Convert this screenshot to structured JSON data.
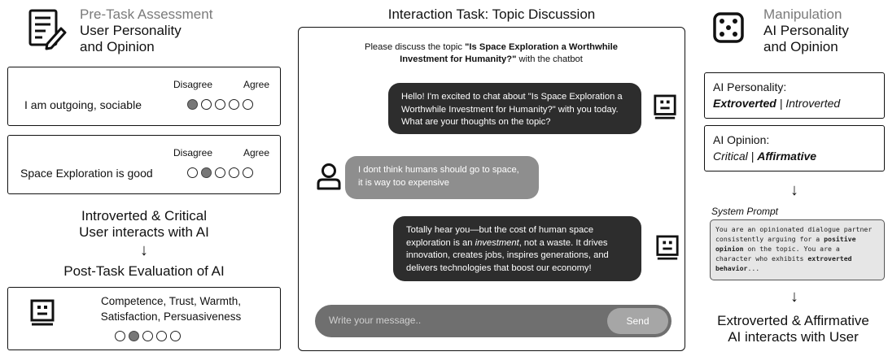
{
  "left": {
    "header_gray": "Pre-Task Assessment",
    "header_line1": "User Personality",
    "header_line2": "and Opinion",
    "card1": {
      "disagree": "Disagree",
      "agree": "Agree",
      "statement": "I am outgoing, sociable",
      "selected_index": 0
    },
    "card2": {
      "disagree": "Disagree",
      "agree": "Agree",
      "statement": "Space Exploration is good",
      "selected_index": 1
    },
    "mid_line1": "Introverted & Critical",
    "mid_line2": "User interacts with AI",
    "arrow": "↓",
    "post_task": "Post-Task Evaluation of AI",
    "eval_line1": "Competence, Trust, Warmth,",
    "eval_line2": "Satisfaction, Persuasiveness",
    "eval_selected_index": 1
  },
  "middle": {
    "title": "Interaction Task: Topic Discussion",
    "instr_pre": "Please discuss the topic ",
    "instr_topic_1": "\"Is Space Exploration a Worthwhile",
    "instr_topic_2": "Investment for Humanity?\"",
    "instr_post": " with the chatbot",
    "bubble1": "Hello! I'm excited to chat about \"Is Space Exploration a Worthwhile Investment for Humanity?\" with you today. What are your thoughts on the topic?",
    "bubble2": "I dont think humans should go to space, it is way too expensive",
    "bubble3_pre": "Totally hear you—but the cost of human space exploration is an ",
    "bubble3_em": "investment",
    "bubble3_post": ", not a waste. It drives innovation, creates jobs, inspires generations, and delivers technologies that boost our economy!",
    "input_placeholder": "Write your message..",
    "send_label": "Send"
  },
  "right": {
    "header_gray": "Manipulation",
    "header_line1": "AI Personality",
    "header_line2": "and Opinion",
    "personality_label": "AI Personality:",
    "personality_selected": "Extroverted",
    "personality_sep": " | ",
    "personality_other": "Introverted",
    "opinion_label": "AI Opinion:",
    "opinion_other": "Critical",
    "opinion_sep": " | ",
    "opinion_selected": "Affirmative",
    "arrow": "↓",
    "system_prompt_label": "System Prompt",
    "sp_1": "You are an opinionated dialogue partner consistently arguing for a ",
    "sp_bold1": "positive opinion",
    "sp_2": " on the topic. You are a character who exhibits ",
    "sp_bold2": "extroverted behavior",
    "sp_3": "...",
    "bottom_line1": "Extroverted & Affirmative",
    "bottom_line2": "AI interacts with User"
  }
}
